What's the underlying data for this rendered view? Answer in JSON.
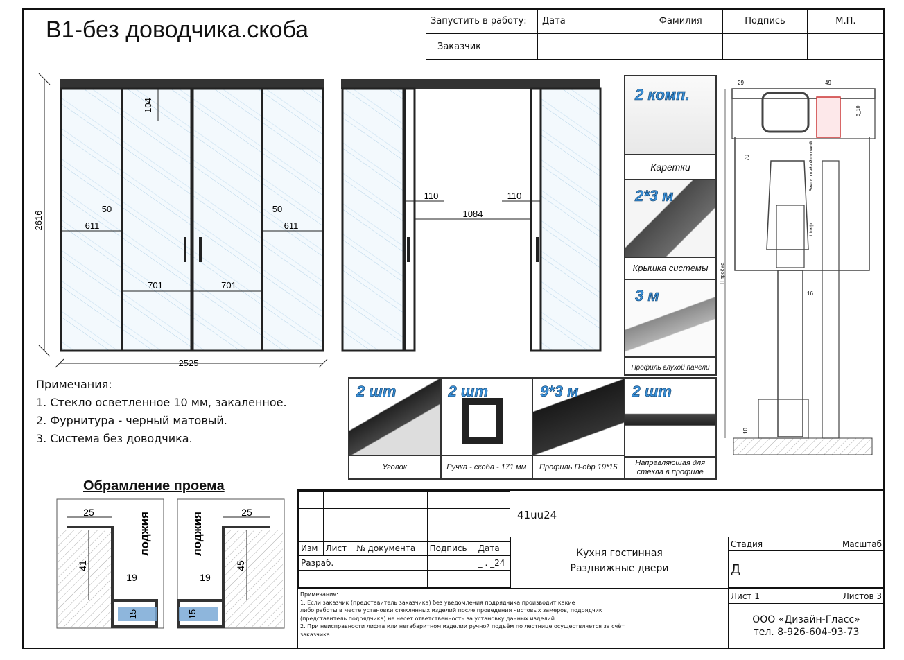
{
  "title": "В1-без доводчика.скоба",
  "approval": {
    "start_label": "Запустить в работу:",
    "customer_label": "Заказчик",
    "col_date": "Дата",
    "col_surname": "Фамилия",
    "col_signature": "Подпись",
    "col_stamp": "М.П."
  },
  "elevation1": {
    "height": "2616",
    "width": "2525",
    "top": "104",
    "left_offset": "50",
    "right_offset": "50",
    "left_width": "611",
    "right_width": "611",
    "mid_left": "701",
    "mid_right": "701"
  },
  "elevation2": {
    "left_gap": "110",
    "right_gap": "110",
    "opening": "1084"
  },
  "components": [
    {
      "qty": "2 комп.",
      "caption": "Каретки"
    },
    {
      "qty": "2*3 м",
      "caption": "Крышка системы"
    },
    {
      "qty": "3 м",
      "caption": "Профиль глухой панели"
    }
  ],
  "bottom_components": [
    {
      "qty": "2 шт",
      "caption": "Уголок"
    },
    {
      "qty": "2 шт",
      "caption": "Ручка - скоба - 171 мм"
    },
    {
      "qty": "9*3 м",
      "caption": "Профиль П-обр 19*15"
    },
    {
      "qty": "2 шт",
      "caption": "Направляющая для стекла в профиле"
    }
  ],
  "section": {
    "d29": "29",
    "d49": "49",
    "d6_10": "6_10",
    "d70": "70",
    "d16": "16",
    "d10": "10",
    "screw": "Винт с потайной головкой",
    "pin": "Штифт",
    "h_label": "Н проёма"
  },
  "notes": {
    "heading": "Примечания:",
    "items": [
      "1. Стекло осветленное 10 мм, закаленное.",
      "2. Фурнитура - черный матовый.",
      "3. Система без доводчика."
    ]
  },
  "framing": {
    "title": "Обрамление проема",
    "loggia": "лоджия",
    "left": {
      "top": "25",
      "side": "41",
      "inner": "19",
      "depth": "15"
    },
    "right": {
      "top": "25",
      "side": "45",
      "inner": "19",
      "depth": "15"
    }
  },
  "stamp": {
    "code": "41uu24",
    "h_izm": "Изм",
    "h_list": "Лист",
    "h_doc": "№ документа",
    "h_sign": "Подпись",
    "h_date": "Дата",
    "razrab": "Разраб.",
    "date_val": "_ . _24",
    "object1": "Кухня гостинная",
    "object2": "Раздвижные двери",
    "stadia_label": "Стадия",
    "scale_label": "Масштаб",
    "stadia_val": "Д",
    "sheet": "Лист 1",
    "sheets": "Листов 3",
    "company": "ООО «Дизайн-Гласс»",
    "phone": "тел. 8-926-604-93-73",
    "notes_head": "Примечания:",
    "note1": "1. Если заказчик (представитель заказчика) без уведомления подрядчика производит какие",
    "note2": "либо работы в месте установки стеклянных изделий после проведения чистовых замеров, подрядчик",
    "note3": "(представитель подрядчика) не несет ответственность за установку данных изделий.",
    "note4": "2. При неисправности лифта или негабаритном изделии ручной подъём по лестнице осуществляется за счёт",
    "note5": "заказчика."
  }
}
